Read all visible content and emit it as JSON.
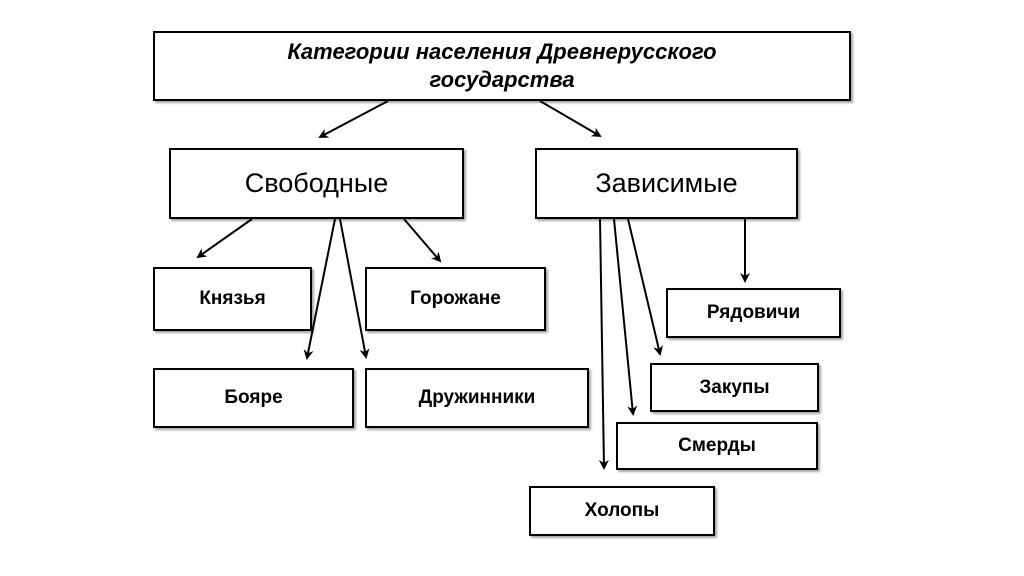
{
  "title": "Категории населения Древнерусского государства",
  "categories": {
    "free": "Свободные",
    "dependent": "Зависимые"
  },
  "free_groups": {
    "princes": "Князья",
    "townspeople": "Горожане",
    "boyars": "Бояре",
    "druzhinniki": "Дружинники"
  },
  "dependent_groups": {
    "ryadovichi": "Рядовичи",
    "zakupy": "Закупы",
    "smerdy": "Смерды",
    "kholopy": "Холопы"
  }
}
